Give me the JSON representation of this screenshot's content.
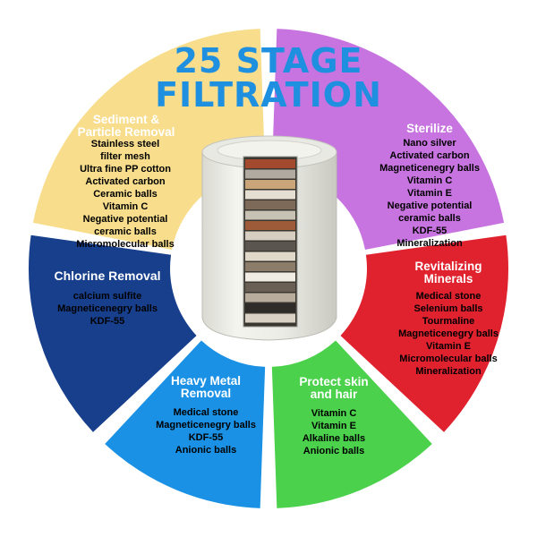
{
  "title": {
    "line1": "25 STAGE",
    "line2": "FILTRATION",
    "color": "#1f8fe0"
  },
  "segments": [
    {
      "id": "sediment",
      "title_lines": [
        "Sediment &",
        "Particle Removal"
      ],
      "color": "#f7dd8c",
      "items": [
        "Stainless steel",
        "filter mesh",
        "Ultra fine PP cotton",
        "Activated carbon",
        "Ceramic balls",
        "Vitamin C",
        "Negative potential",
        "ceramic balls",
        "Micromolecular balls"
      ]
    },
    {
      "id": "sterilize",
      "title_lines": [
        "Sterilize"
      ],
      "color": "#c774e0",
      "items": [
        "Nano silver",
        "Activated carbon",
        "Magneticenegry balls",
        "Vitamin C",
        "Vitamin E",
        "Negative potential",
        "ceramic balls",
        "KDF-55",
        "Mineralization"
      ]
    },
    {
      "id": "revitalizing",
      "title_lines": [
        "Revitalizing",
        "Minerals"
      ],
      "color": "#e0222e",
      "items": [
        "Medical stone",
        "Selenium balls",
        "Tourmaline",
        "Magneticenegry balls",
        "Vitamin E",
        "Micromolecular balls",
        "Mineralization"
      ]
    },
    {
      "id": "protect",
      "title_lines": [
        "Protect skin",
        "and hair"
      ],
      "color": "#4bd14b",
      "items": [
        "Vitamin C",
        "Vitamin E",
        "Alkaline balls",
        "Anionic balls"
      ]
    },
    {
      "id": "heavy-metal",
      "title_lines": [
        "Heavy Metal",
        "Removal"
      ],
      "color": "#1a91e5",
      "items": [
        "Medical stone",
        "Magneticenegry balls",
        "KDF-55",
        "Anionic balls"
      ]
    },
    {
      "id": "chlorine",
      "title_lines": [
        "Chlorine Removal"
      ],
      "color": "#173f8c",
      "items": [
        "calcium sulfite",
        "Magneticenegry balls",
        "KDF-55"
      ]
    }
  ]
}
